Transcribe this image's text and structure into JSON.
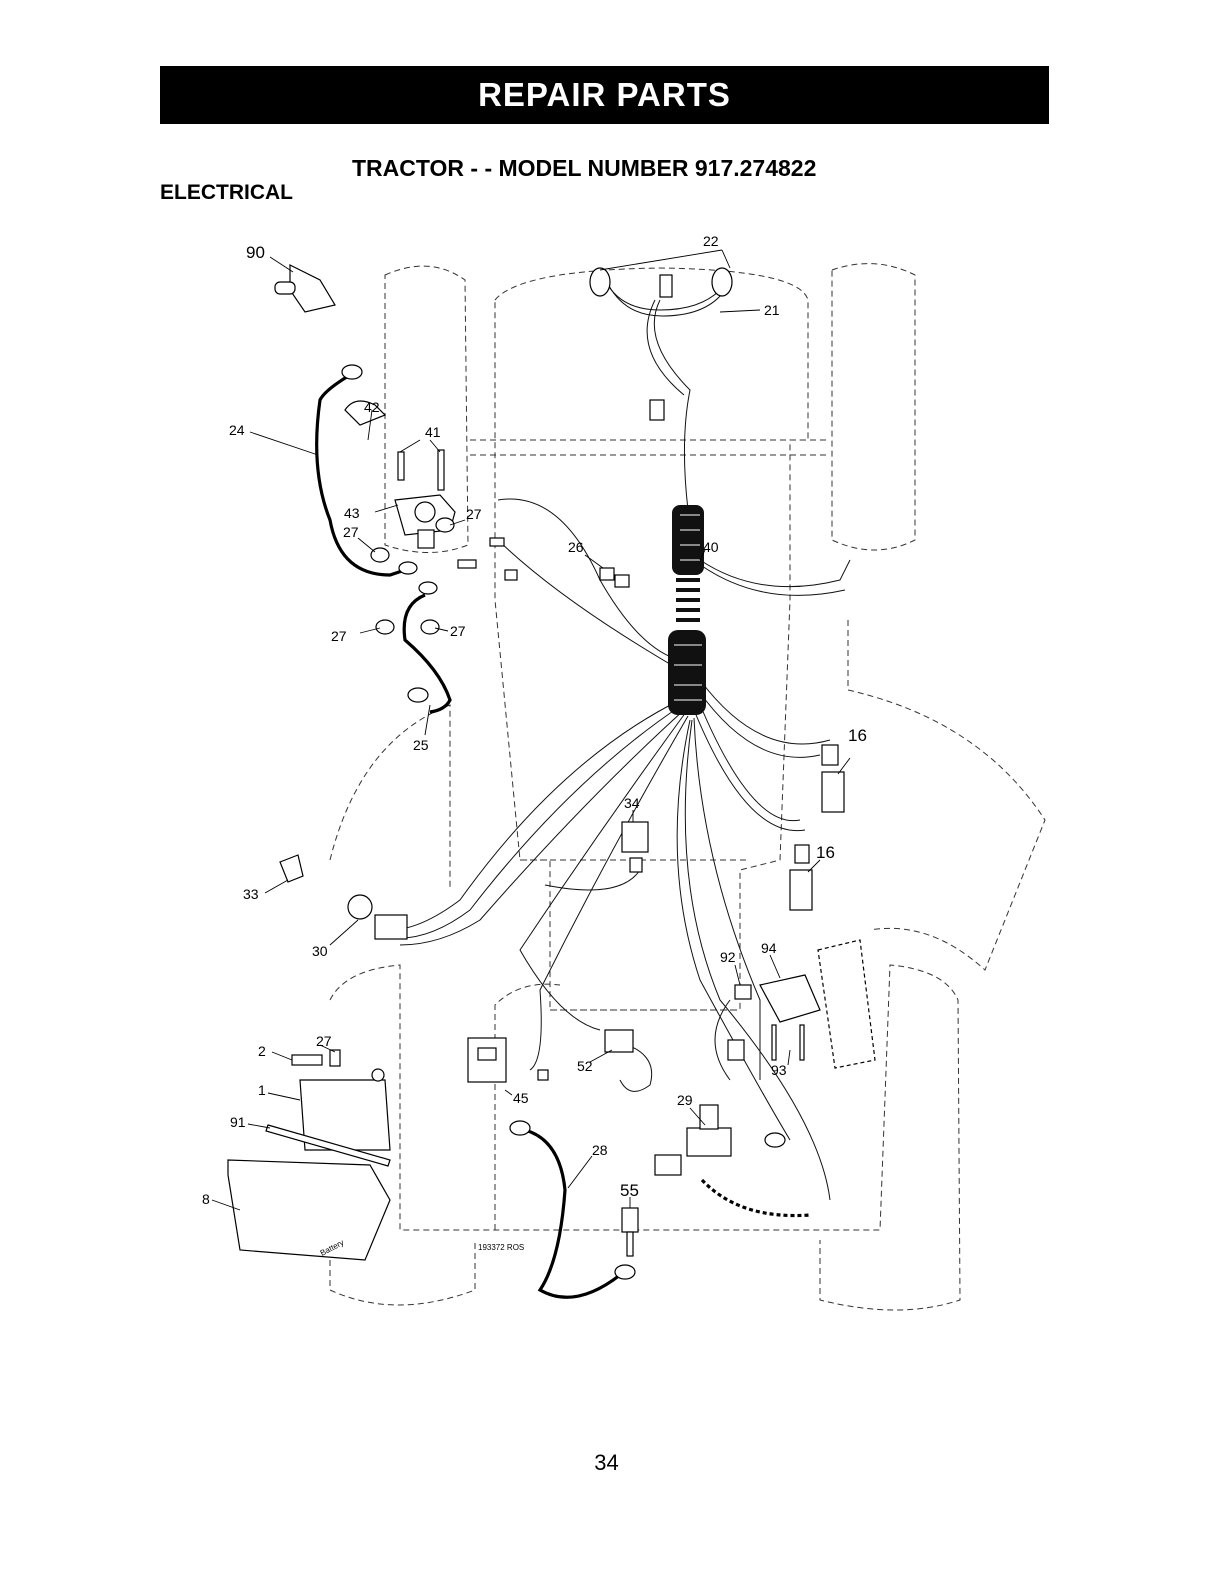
{
  "header": {
    "banner": "REPAIR PARTS"
  },
  "title": {
    "model": "TRACTOR - - MODEL NUMBER 917.274822",
    "section": "ELECTRICAL"
  },
  "diagram": {
    "callouts": [
      "90",
      "22",
      "21",
      "24",
      "42",
      "41",
      "43",
      "27",
      "26",
      "40",
      "25",
      "16",
      "34",
      "33",
      "30",
      "92",
      "94",
      "2",
      "1",
      "91",
      "8",
      "45",
      "52",
      "93",
      "29",
      "28",
      "55"
    ],
    "drawing_code": "193372 ROS",
    "battery_label": "Battery"
  },
  "footer": {
    "page_number": "34"
  }
}
